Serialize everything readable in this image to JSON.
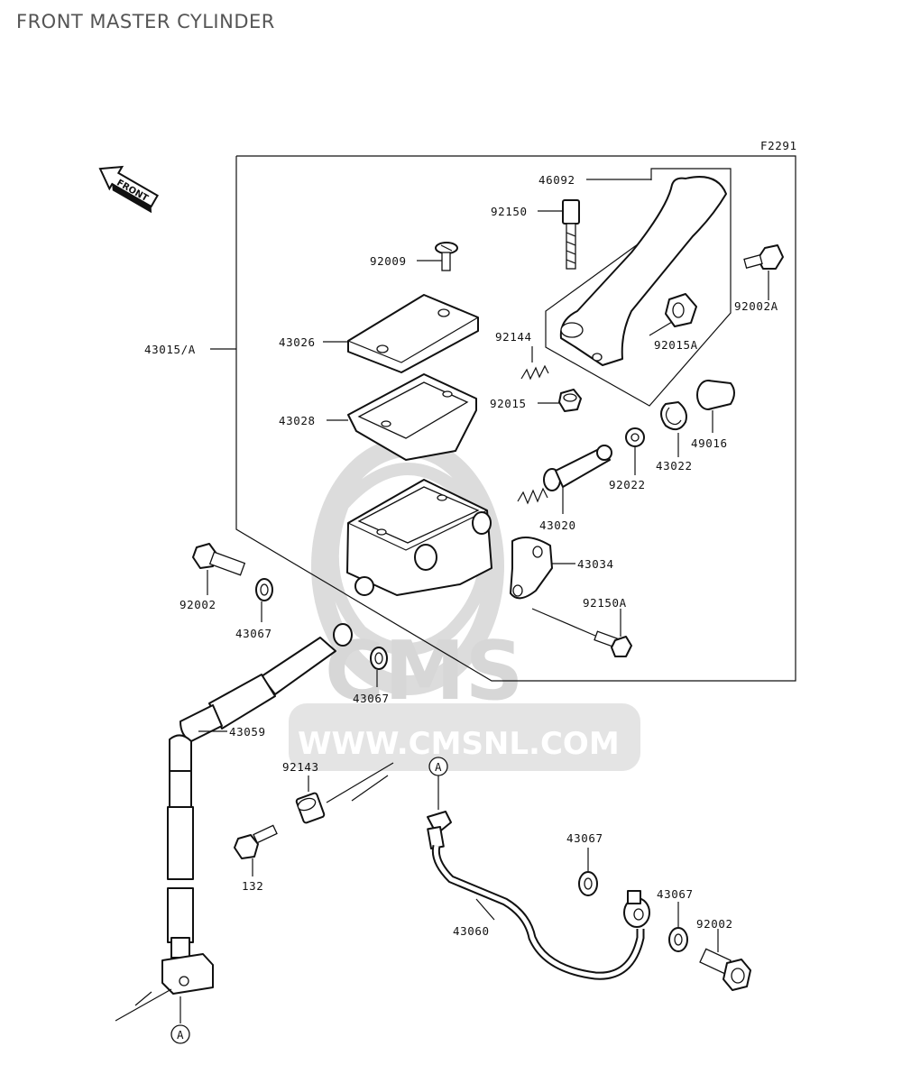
{
  "header": {
    "title": "FRONT MASTER CYLINDER"
  },
  "diagram": {
    "figure_code": "F2291",
    "front_marker": "FRONT",
    "watermark": {
      "brand": "CMS",
      "url": "WWW.CMSNL.COM"
    },
    "ref_marker": "A",
    "labels": {
      "p46092": "46092",
      "p92150": "92150",
      "p92009": "92009",
      "p92002A": "92002A",
      "p43026": "43026",
      "p92144": "92144",
      "p92015A": "92015A",
      "p43015A": "43015/A",
      "p92015": "92015",
      "p43028": "43028",
      "p49016": "49016",
      "p43022": "43022",
      "p92022": "92022",
      "p43020": "43020",
      "p43034": "43034",
      "p92150A": "92150A",
      "p92002_left": "92002",
      "p43067_left": "43067",
      "p43067_mid": "43067",
      "p43059": "43059",
      "p92143": "92143",
      "p132": "132",
      "p43067_right": "43067",
      "p43067_far": "43067",
      "p92002_right": "92002",
      "p43060": "43060"
    }
  }
}
